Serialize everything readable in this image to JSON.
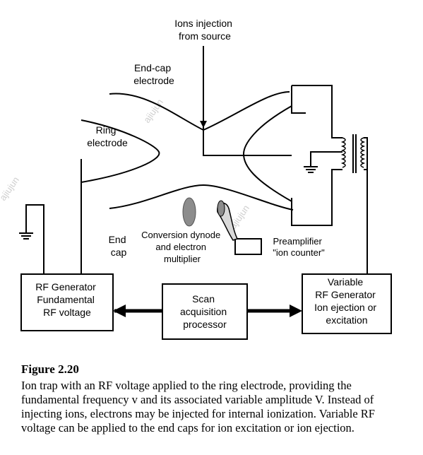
{
  "labels": {
    "ions_injection": [
      "Ions injection",
      "from source"
    ],
    "end_cap_electrode": [
      "End-cap",
      "electrode"
    ],
    "ring_electrode": [
      "Ring",
      "electrode"
    ],
    "end_cap": [
      "End",
      "cap"
    ],
    "conversion_dynode": [
      "Conversion dynode",
      "and electron",
      "multiplier"
    ],
    "preamplifier": [
      "Preamplifier",
      "\"ion counter\""
    ]
  },
  "boxes": {
    "rf_generator": [
      "RF Generator",
      "Fundamental",
      "RF voltage"
    ],
    "scan": [
      "Scan",
      "acquisition",
      "processor"
    ],
    "variable_rf": [
      "Variable",
      "RF Generator",
      "Ion ejection or",
      "excitation"
    ]
  },
  "watermark": "ajiujun",
  "caption": {
    "title": "Figure 2.20",
    "text": "Ion trap with an RF voltage applied to the ring electrode, providing the fundamental frequency v and its associated variable amplitude V. Instead of injecting ions, electrons may be injected for internal ionization. Variable RF voltage can be applied to the end caps for ion excitation or ion ejection."
  }
}
